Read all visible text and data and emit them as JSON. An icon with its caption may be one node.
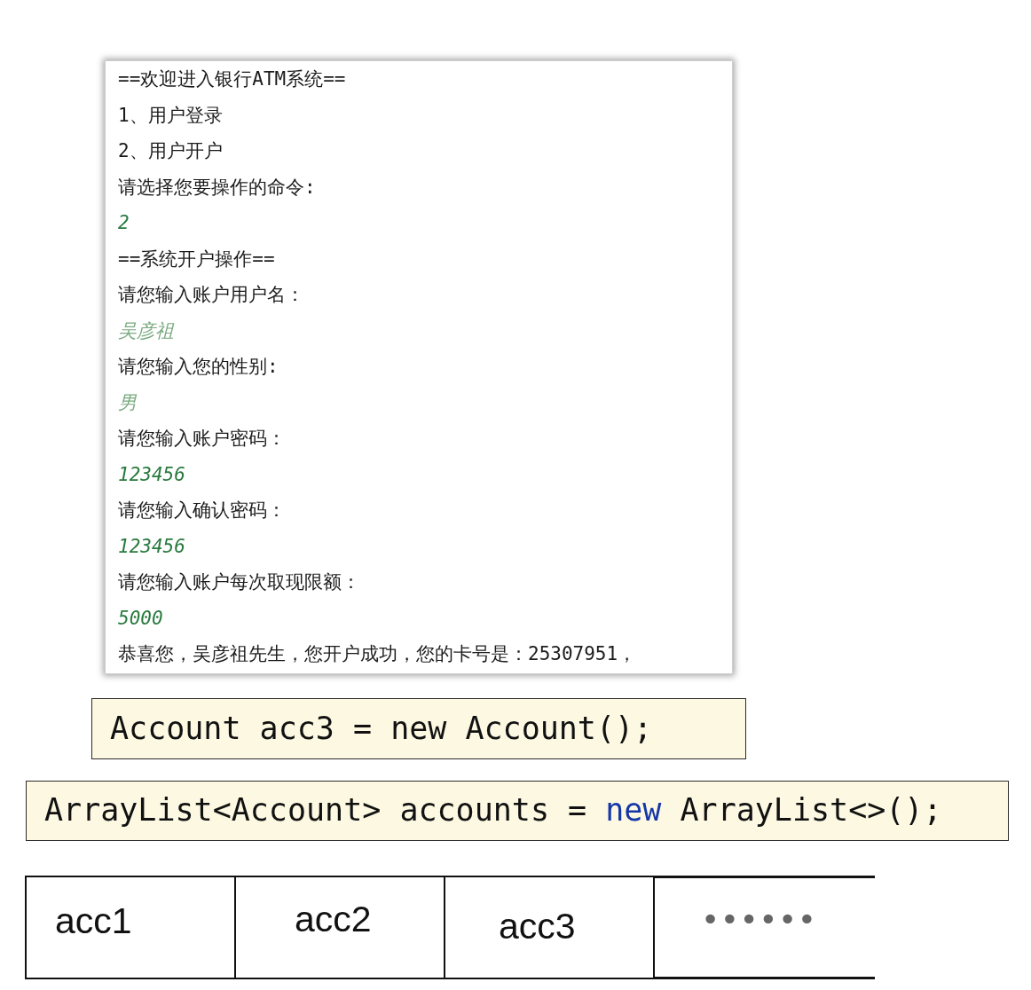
{
  "diagram": {
    "nodes": [
      {
        "text": [
          "==欢迎进入银行ATM系统==",
          "1、用户登录",
          "2、用户开户",
          "请选择您要操作的命令:",
          "2",
          "==系统开户操作==",
          "请您输入账户用户名：",
          "吴彦祖",
          "请您输入您的性别:",
          "男",
          "请您输入账户密码：",
          "123456",
          "请您输入确认密码：",
          "123456",
          "请您输入账户每次取现限额：",
          "5000",
          "恭喜您，吴彦祖先生，您开户成功，您的卡号是：25307951，"
        ]
      },
      {
        "text": [
          "Account acc3 = new Account();"
        ]
      },
      {
        "text": [
          "ArrayList<Account> accounts = new ArrayList<>();"
        ]
      },
      {
        "text": [
          "acc1"
        ]
      },
      {
        "text": [
          "acc2"
        ]
      },
      {
        "text": [
          "acc3"
        ]
      },
      {
        "text": [
          "••••••"
        ]
      }
    ]
  }
}
